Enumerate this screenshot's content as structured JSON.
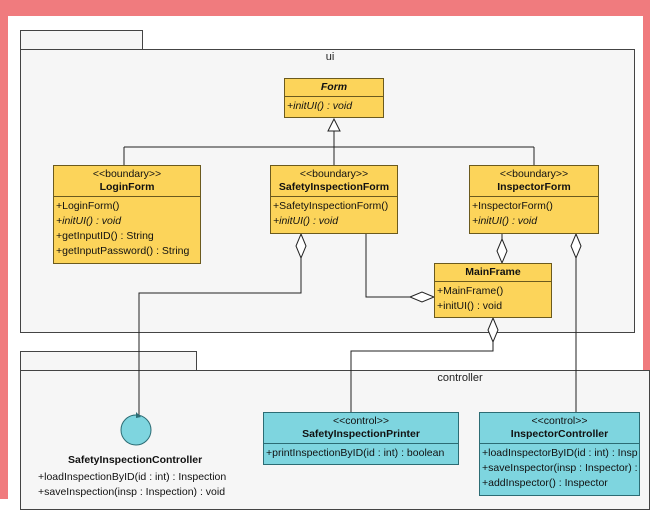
{
  "packages": {
    "ui": {
      "name": "ui"
    },
    "controller": {
      "name": "controller"
    }
  },
  "classes": {
    "form": {
      "name": "Form",
      "operations": [
        "+initUI() : void"
      ]
    },
    "login_form": {
      "stereotype": "<<boundary>>",
      "name": "LoginForm",
      "operations": [
        "+LoginForm()",
        "+initUI() : void",
        "+getInputID() : String",
        "+getInputPassword() : String"
      ]
    },
    "safety_inspection_form": {
      "stereotype": "<<boundary>>",
      "name": "SafetyInspectionForm",
      "operations": [
        "+SafetyInspectionForm()",
        "+initUI() : void"
      ]
    },
    "inspector_form": {
      "stereotype": "<<boundary>>",
      "name": "InspectorForm",
      "operations": [
        "+InspectorForm()",
        "+initUI() : void"
      ]
    },
    "main_frame": {
      "name": "MainFrame",
      "operations": [
        "+MainFrame()",
        "+initUI() : void"
      ]
    },
    "safety_inspection_controller": {
      "name": "SafetyInspectionController",
      "operations": [
        "+loadInspectionByID(id : int) : Inspection",
        "+saveInspection(insp : Inspection) : void"
      ]
    },
    "safety_inspection_printer": {
      "stereotype": "<<control>>",
      "name": "SafetyInspectionPrinter",
      "operations": [
        "+printInspectionByID(id : int) : boolean"
      ]
    },
    "inspector_controller": {
      "stereotype": "<<control>>",
      "name": "InspectorController",
      "operations": [
        "+loadInspectorByID(id : int) : Insp",
        "+saveInspector(insp : Inspector) : v",
        "+addInspector() : Inspector"
      ]
    }
  },
  "colors": {
    "boundary_fill": "#fcd45a",
    "control_fill": "#7ed5df",
    "package_fill": "#f6f6f6",
    "background_accent": "#f07b7e"
  }
}
